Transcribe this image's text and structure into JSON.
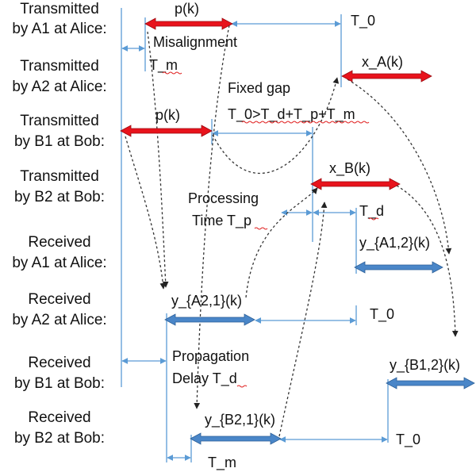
{
  "colors": {
    "transmit_arrow": "#e8131c",
    "transmit_outline": "#9a0a10",
    "receive_arrow": "#4a86c8",
    "receive_outline": "#2c5f97",
    "guide_line": "#5b9bd5",
    "dotted_curve": "#333333",
    "spellcheck_underline": "#e02020"
  },
  "rows": [
    {
      "line1": "Transmitted",
      "line2": "by A1 at Alice:"
    },
    {
      "line1": "Transmitted",
      "line2": "by A2 at Alice:"
    },
    {
      "line1": "Transmitted",
      "line2": "by B1 at Bob:"
    },
    {
      "line1": "Transmitted",
      "line2": "by B2 at Bob:"
    },
    {
      "line1": "Received",
      "line2": "by A1 at Alice:"
    },
    {
      "line1": "Received",
      "line2": "by A2 at Alice:"
    },
    {
      "line1": "Received",
      "line2": "by B1 at Bob:"
    },
    {
      "line1": "Received",
      "line2": "by B2 at Bob:"
    }
  ],
  "signals": {
    "pk_a1": "p(k)",
    "xA": "x_A(k)",
    "pk_b1": "p(k)",
    "xB": "x_B(k)",
    "yA12": "y_{A1,2}(k)",
    "yA21": "y_{A2,1}(k)",
    "yB12": "y_{B1,2}(k)",
    "yB21": "y_{B2,1}(k)"
  },
  "annotations": {
    "T0_top": "T_0",
    "misalignment": "Misalignment",
    "Tm_top": "T_m",
    "fixed_gap_1": "Fixed gap",
    "fixed_gap_2": "T_0>T_d+T_p+T_m",
    "processing_1": "Processing",
    "processing_2": "Time T_p",
    "Td_mid": "T_d",
    "T0_mid": "T_0",
    "propagation_1": "Propagation",
    "propagation_2": "Delay T_d",
    "T0_bottom": "T_0",
    "Tm_bottom": "T_m"
  }
}
